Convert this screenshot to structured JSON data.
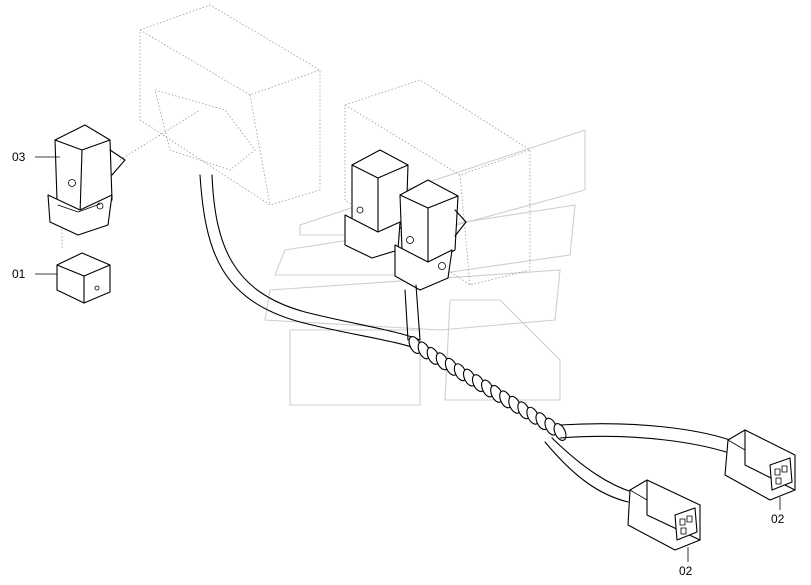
{
  "parts": [
    {
      "id": "part-03",
      "label": "03"
    },
    {
      "id": "part-01",
      "label": "01"
    },
    {
      "id": "part-02a",
      "label": "02"
    },
    {
      "id": "part-02b",
      "label": "02"
    }
  ],
  "colors": {
    "line": "#000000",
    "ghost": "#9a9a9a",
    "watermark": "#cfcfcf"
  }
}
